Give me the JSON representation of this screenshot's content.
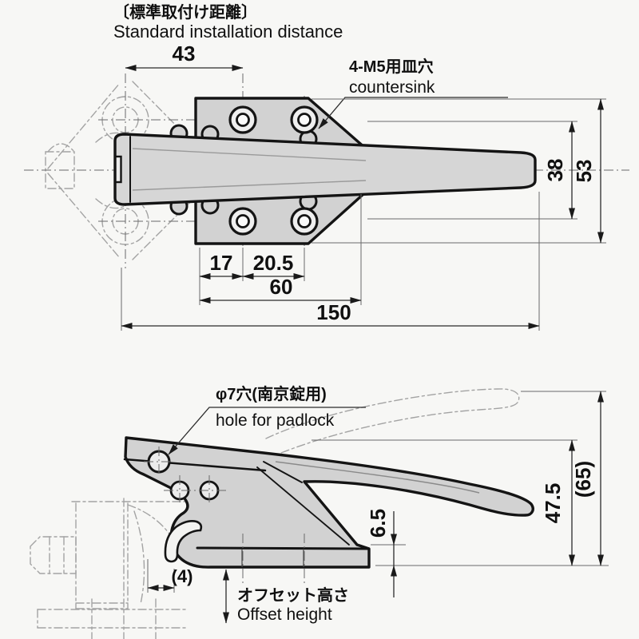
{
  "drawing": {
    "title": {
      "jp": "〔標準取付け距離〕",
      "en": "Standard installation distance"
    },
    "top_view": {
      "countersink_note": {
        "jp": "4-M5用皿穴",
        "en": "countersink"
      },
      "dims": {
        "d43": "43",
        "d38": "38",
        "d53": "53",
        "d17": "17",
        "d20_5": "20.5",
        "d60": "60",
        "d150": "150"
      }
    },
    "side_view": {
      "padlock_note": {
        "jp": "φ7穴(南京錠用)",
        "en": "hole for padlock"
      },
      "offset_note": {
        "jp": "オフセット高さ",
        "en": "Offset height"
      },
      "dims": {
        "d47_5": "47.5",
        "d65": "(65)",
        "d6_5": "6.5",
        "d4": "(4)"
      }
    },
    "colors": {
      "background": "#f7f7f5",
      "part_fill": "#d2d2d2",
      "line": "#141414",
      "phantom": "#a3a3a3"
    }
  }
}
